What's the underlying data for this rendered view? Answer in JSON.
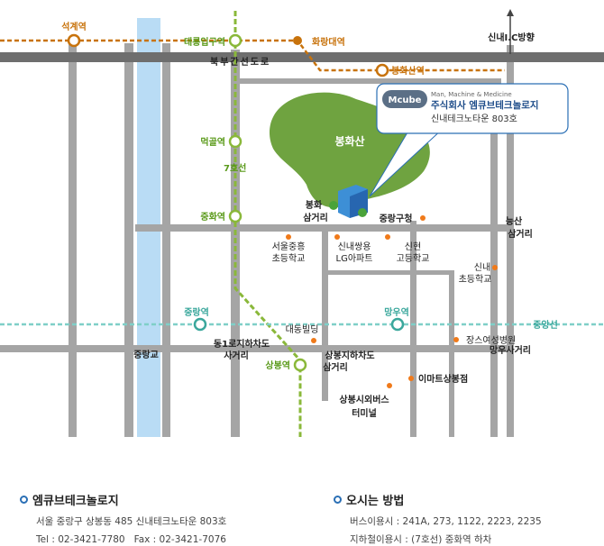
{
  "stations": {
    "seokgye": "석계역",
    "taereung": "태릉입구역",
    "hwarangdae": "화랑대역",
    "bonghwasan": "봉화산역",
    "meokgol": "먹골역",
    "junghwa": "중화역",
    "jungnang": "중랑역",
    "mangu": "망우역",
    "sangbong": "상봉역"
  },
  "lines": {
    "line7": "7호선",
    "jungang": "중앙선"
  },
  "roads": {
    "bukbu": "북부간선도로",
    "sinnae_ic": "신내I.C방향",
    "jungnanggyo": "중랑교",
    "dong1ro": "동1로지하차도",
    "dong1ro_2": "사거리",
    "sangbong_underpass": "상봉지하차도",
    "sangbong_underpass_2": "삼거리",
    "mangu_junction": "망우사거리",
    "neungsan": "능산",
    "neungsan_2": "삼거리",
    "bonghwa_junction": "봉화",
    "bonghwa_junction_2": "삼거리"
  },
  "landmarks": {
    "mountain": "봉화산",
    "ward_office": "중랑구청",
    "seoul_jungheung": "서울중흥",
    "seoul_jungheung_2": "초등학교",
    "sinnae_lg": "신내쌍용",
    "sinnae_lg_2": "LG아파트",
    "sinhyeon": "신현",
    "sinhyeon_2": "고등학교",
    "sinnae_elem": "신내",
    "sinnae_elem_2": "초등학교",
    "daedong": "대동빌딩",
    "jangsu": "장스여성병원",
    "emart": "이마트상봉점",
    "bus_terminal": "상봉시외버스",
    "bus_terminal_2": "터미널"
  },
  "callout": {
    "logo": "Mcube",
    "tagline": "Man, Machine & Medicine",
    "company": "주식회사 엠큐브테크놀로지",
    "address": "신내테크노타운 803호"
  },
  "info": {
    "company": {
      "heading": "엠큐브테크놀로지",
      "address": "서울 중랑구 상봉동 485 신내테크노타운 803호",
      "contact": "Tel : 02-3421-7780   Fax : 02-3421-7076"
    },
    "directions": {
      "heading": "오시는 방법",
      "bus": "버스이용시 : 241A, 273, 1122, 2223, 2235",
      "subway": "지하철이용시 : (7호선) 중화역 하차"
    }
  },
  "colors": {
    "road": "#9a9a9a",
    "highway": "#6e6e6e",
    "river": "#b9dcf5",
    "mountain": "#6fa340",
    "line7": "#8ab83a",
    "line_orange": "#c8730c",
    "line_jungang": "#7fcfc8",
    "poi": "#f07a1a"
  }
}
